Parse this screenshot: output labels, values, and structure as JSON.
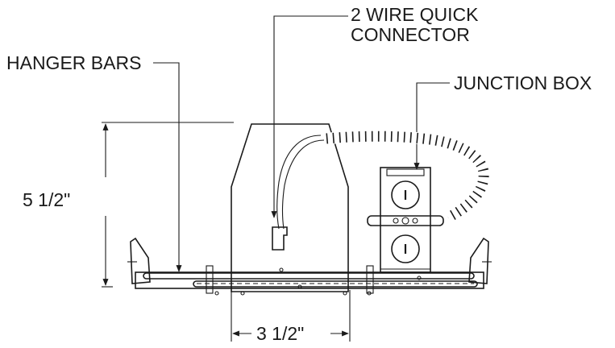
{
  "labels": {
    "connector_line1": "2 WIRE QUICK",
    "connector_line2": "CONNECTOR",
    "hanger_bars": "HANGER BARS",
    "junction_box": "JUNCTION BOX",
    "height_dim": "5 1/2\"",
    "width_dim": "3 1/2\""
  },
  "colors": {
    "ink": "#1a1a1a",
    "background": "#ffffff"
  }
}
